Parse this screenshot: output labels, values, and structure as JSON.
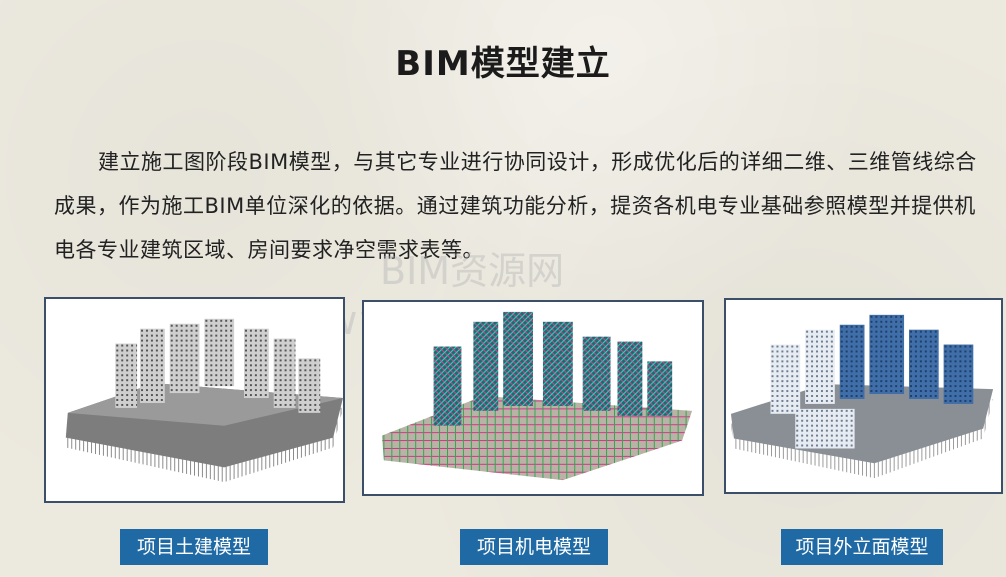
{
  "heading": "BIM模型建立",
  "description": "建立施工图阶段BIM模型，与其它专业进行协同设计，形成优化后的详细二维、三维管线综合成果，作为施工BIM单位深化的依据。通过建筑功能分析，提资各机电专业基础参照模型并提供机电各专业建筑区域、房间要求净空需求表等。",
  "watermark": {
    "line1": "BIM资源网",
    "line2": "www.bimzyw.com"
  },
  "figures": [
    {
      "caption": "项目土建模型",
      "icon": "civil-model-image"
    },
    {
      "caption": "项目机电模型",
      "icon": "mep-model-image"
    },
    {
      "caption": "项目外立面模型",
      "icon": "facade-model-image"
    }
  ],
  "colors": {
    "caption_bg": "#1f6aa5",
    "frame_border": "#3b4f6a"
  }
}
